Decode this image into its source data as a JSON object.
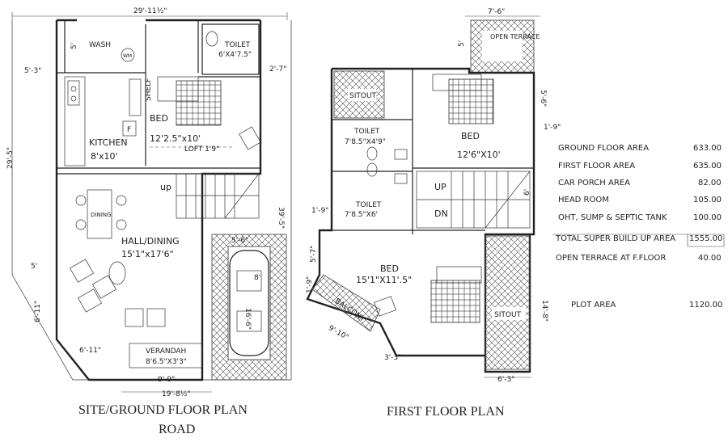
{
  "ground_floor": {
    "overall_width": "29'-11½\"",
    "left_depth": "29'-5\"",
    "right_depth": "39'-5\"",
    "bottom_width": "19'-8½\"",
    "dims": {
      "wash_gap": "5'",
      "left_offset": "5'-3\"",
      "toilet_right": "2'-7\"",
      "hall_left": "5'",
      "porch_width": "5'-6\"",
      "car_width": "8'",
      "car_length": "16'-6\"",
      "corner_a": "6'-11\"",
      "corner_b": "6'-11\"",
      "verandah_width": "9'-9\""
    },
    "rooms": {
      "wash": "WASH",
      "wm": "WM",
      "toilet": "TOILET",
      "toilet_size": "6'X4'7.5\"",
      "shelf": "SHELF",
      "f": "F",
      "bed": "BED",
      "bed_size": "12'2.5\"x10'",
      "loft": "LOFT 1'9\"",
      "kitchen": "KITCHEN",
      "kitchen_size": "8'x10'",
      "up": "up",
      "dining": "DINING",
      "hall": "HALL/DINING",
      "hall_size": "15'1\"x17'6\"",
      "verandah": "VERANDAH",
      "verandah_size": "8'6.5\"X3'3\""
    },
    "caption": "SITE/GROUND FLOOR PLAN",
    "road": "ROAD"
  },
  "first_floor": {
    "dims": {
      "terrace_width": "7'-6\"",
      "terrace_left": "5'",
      "bed_side": "5'-6\"",
      "bed_corner": "1'-9\"",
      "stair_width": "6'",
      "left_1": "1'-9\"",
      "left_2": "5'-7\"",
      "left_3": "1'-9\"",
      "balcony_a": "9'-10\"",
      "balcony_b": "3'-3\"",
      "sitout_depth": "14'-8\"",
      "sitout_width": "6'-3\""
    },
    "rooms": {
      "open_terrace": "OPEN TERRACE",
      "sitout_top": "SITOUT",
      "bed_top": "BED",
      "bed_top_size": "12'6\"X10'",
      "toilet_1": "TOILET",
      "toilet_1_size": "7'8.5\"X4'9\"",
      "toilet_2": "TOILET",
      "toilet_2_size": "7'8.5\"X6'",
      "up": "UP",
      "dn": "DN",
      "bed_bottom": "BED",
      "bed_bottom_size": "15'1\"X11'.5\"",
      "balcony": "BALCONY",
      "sitout_right": "SITOUT"
    },
    "caption": "FIRST FLOOR PLAN"
  },
  "area_table": [
    {
      "label": "GROUND FLOOR  AREA",
      "value": "633.00"
    },
    {
      "label": "FIRST FLOOR  AREA",
      "value": "635.00"
    },
    {
      "label": "CAR PORCH AREA",
      "value": "82.00"
    },
    {
      "label": "HEAD ROOM",
      "value": "105.00"
    },
    {
      "label": "OHT, SUMP & SEPTIC TANK",
      "value": "100.00"
    },
    {
      "label": "TOTAL SUPER BUILD UP AREA",
      "value": "1555.00"
    },
    {
      "label": "OPEN TERRACE AT F.FLOOR",
      "value": "40.00"
    },
    {
      "label": "PLOT AREA",
      "value": "1120.00"
    }
  ]
}
